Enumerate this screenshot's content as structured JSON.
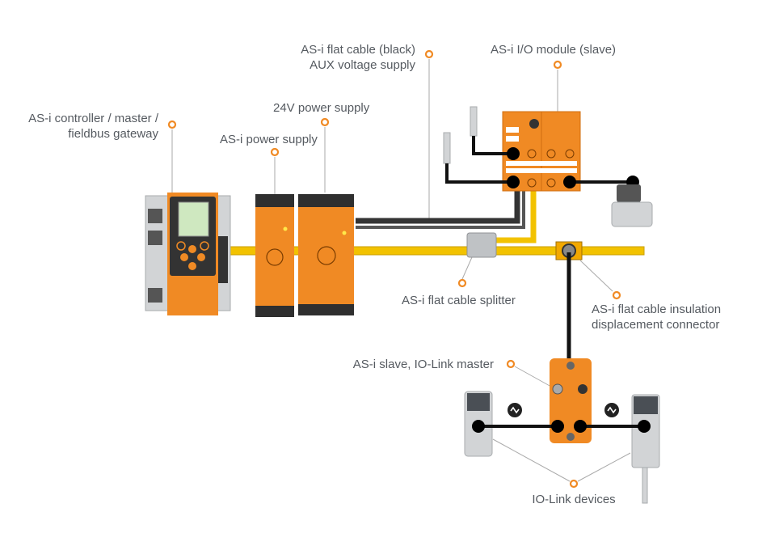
{
  "labels": {
    "controller_line1": "AS-i controller / master /",
    "controller_line2": "fieldbus gateway",
    "psu_24v": "24V power supply",
    "asi_psu": "AS-i power supply",
    "black_cable_line1": "AS-i flat cable (black)",
    "black_cable_line2": "AUX voltage supply",
    "io_module": "AS-i I/O module (slave)",
    "splitter": "AS-i flat cable splitter",
    "idc_line1": "AS-i flat cable insulation",
    "idc_line2": "displacement connector",
    "iolink_master": "AS-i slave, IO-Link master",
    "iolink_devices": "IO-Link devices"
  },
  "colors": {
    "marker": "#f08a24",
    "device_orange": "#f08a24",
    "asi_cable_yellow": "#f2c200",
    "aux_cable_black": "#333333",
    "label_text": "#555a60"
  },
  "icons": [
    "iolink-symbol-icon",
    "ifm-logo"
  ]
}
